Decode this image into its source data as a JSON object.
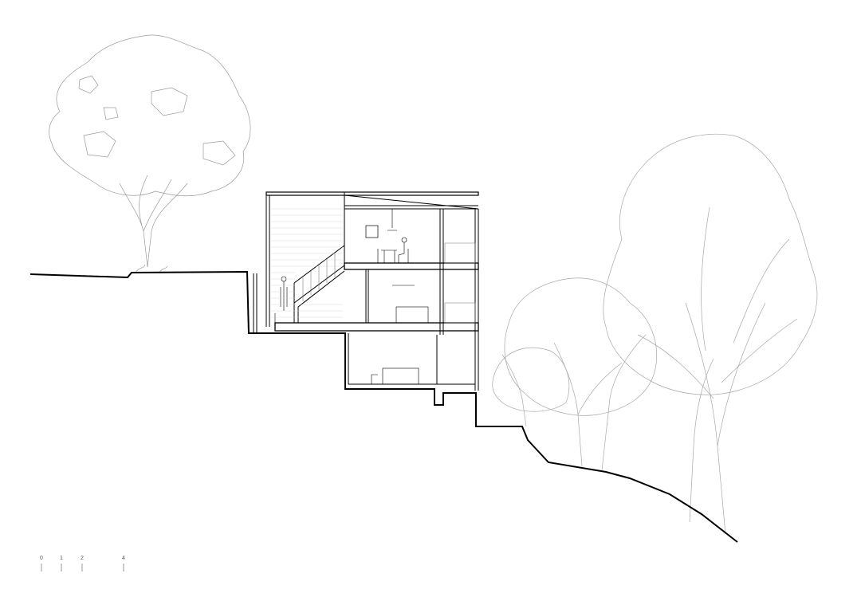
{
  "drawing": {
    "type": "building section",
    "line_color": "#000000",
    "tree_color": "#9a9a9a"
  },
  "scale_bar": {
    "labels": [
      "0",
      "1",
      "2",
      "4"
    ],
    "unit_values": [
      0,
      1,
      2,
      4
    ]
  }
}
